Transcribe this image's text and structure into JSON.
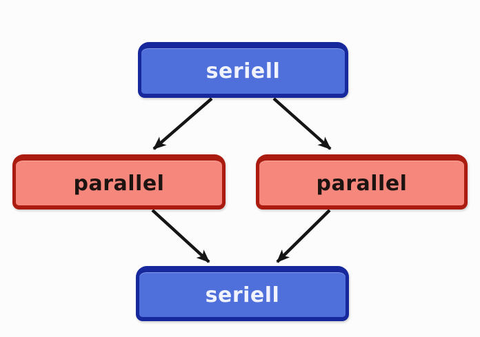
{
  "colors": {
    "background": "#fcfcfc",
    "serial-fill": "#4f6fdb",
    "serial-border": "#16289c",
    "serial-text": "#f0f3fd",
    "parallel-fill": "#f5877c",
    "parallel-border": "#ab1b10",
    "parallel-text": "#1d1412",
    "arrow": "#151515"
  },
  "diagram": {
    "type": "flow",
    "description": "Serial-parallel execution flow diagram",
    "nodes": [
      {
        "id": "seriell-top",
        "label": "seriell",
        "kind": "serial",
        "row": 1
      },
      {
        "id": "parallel-left",
        "label": "parallel",
        "kind": "parallel",
        "row": 2
      },
      {
        "id": "parallel-right",
        "label": "parallel",
        "kind": "parallel",
        "row": 2
      },
      {
        "id": "seriell-bottom",
        "label": "seriell",
        "kind": "serial",
        "row": 3
      }
    ],
    "edges": [
      {
        "from": "seriell-top",
        "to": "parallel-left"
      },
      {
        "from": "seriell-top",
        "to": "parallel-right"
      },
      {
        "from": "parallel-left",
        "to": "seriell-bottom"
      },
      {
        "from": "parallel-right",
        "to": "seriell-bottom"
      }
    ]
  }
}
